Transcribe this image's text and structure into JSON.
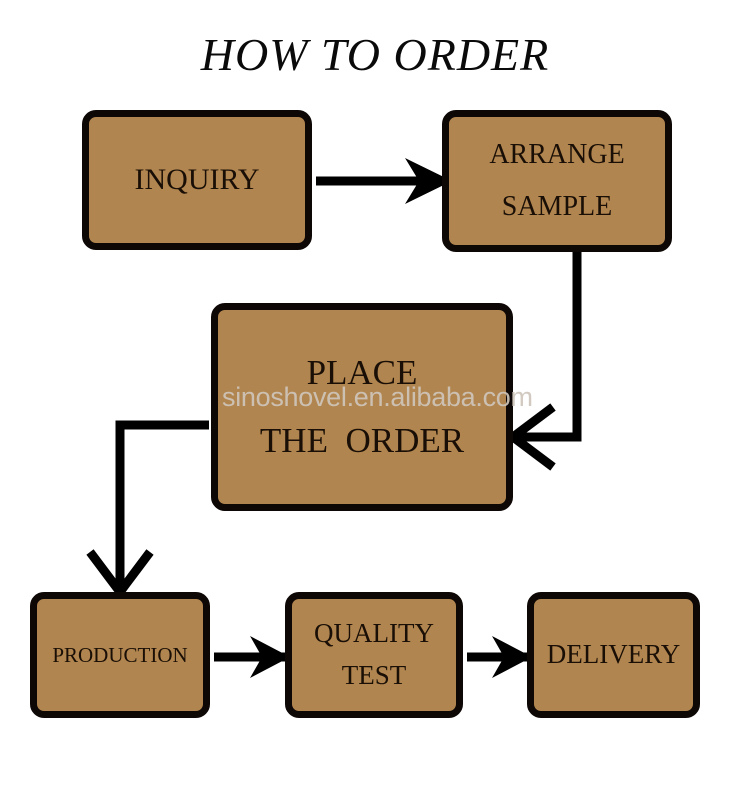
{
  "title": "HOW TO ORDER",
  "watermark": "sinoshovel.en.alibaba.com",
  "colors": {
    "box_fill": "#b1854f",
    "box_border": "#0d0705",
    "background": "#ffffff",
    "text": "#1a0f06",
    "title_text": "#0a0a0a",
    "connector": "#000000",
    "watermark_text": "#cfc6bb"
  },
  "nodes": {
    "inquiry": {
      "label": "INQUIRY"
    },
    "arrange": {
      "line1": "ARRANGE",
      "line2": "SAMPLE"
    },
    "place": {
      "line1": "PLACE",
      "line2": "THE  ORDER"
    },
    "production": {
      "label": "PRODUCTION"
    },
    "quality": {
      "line1": "QUALITY",
      "line2": "TEST"
    },
    "delivery": {
      "label": "DELIVERY"
    }
  },
  "connectors": [
    {
      "name": "inquiry-to-arrange",
      "from": "inquiry",
      "to": "arrange",
      "style": "straight-right",
      "arrowhead": "barbed"
    },
    {
      "name": "arrange-to-place",
      "from": "arrange",
      "to": "place",
      "style": "elbow-down-left",
      "arrowhead": "chevron"
    },
    {
      "name": "place-to-production",
      "from": "place",
      "to": "production",
      "style": "elbow-left-down",
      "arrowhead": "chevron"
    },
    {
      "name": "production-to-quality",
      "from": "production",
      "to": "quality",
      "style": "straight-right",
      "arrowhead": "barbed"
    },
    {
      "name": "quality-to-delivery",
      "from": "quality",
      "to": "delivery",
      "style": "straight-right",
      "arrowhead": "barbed"
    }
  ],
  "flow_order": [
    "INQUIRY",
    "ARRANGE SAMPLE",
    "PLACE THE ORDER",
    "PRODUCTION",
    "QUALITY TEST",
    "DELIVERY"
  ]
}
